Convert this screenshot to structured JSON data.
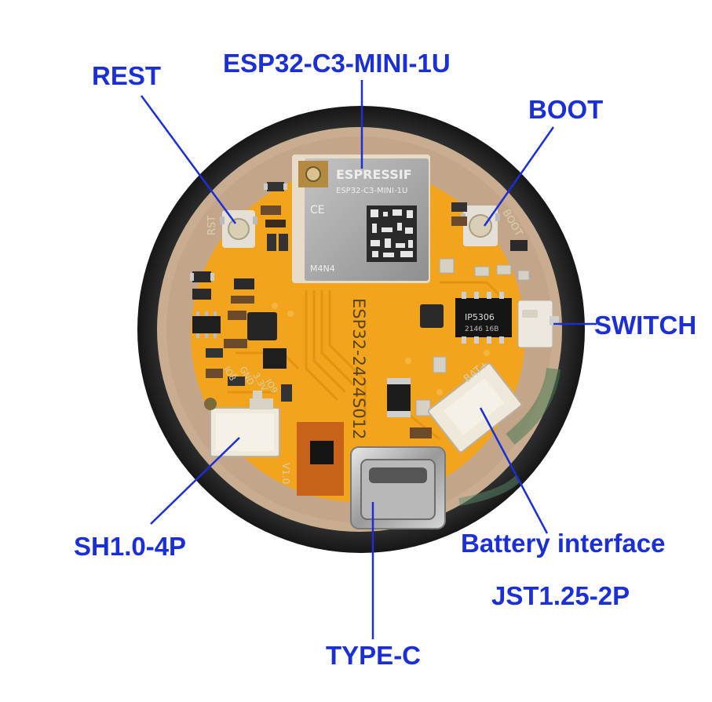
{
  "labels": {
    "rest": "REST",
    "module": "ESP32-C3-MINI-1U",
    "boot": "BOOT",
    "switch": "SWITCH",
    "sh": "SH1.0-4P",
    "battery": "Battery interface",
    "jst": "JST1.25-2P",
    "typec": "TYPE-C"
  },
  "board": {
    "model": "ESP32-2424S012",
    "version": "V1.0",
    "rst_silk": "RST",
    "boot_silk": "BOOT",
    "bat_silk": "BAT+",
    "io_silk": [
      "IO8",
      "GND",
      "3.3V",
      "IO9"
    ],
    "module_brand": "ESPRESSIF",
    "module_name": "ESP32-C3-MINI-1U",
    "module_ce": "CE",
    "module_code": "M4N4",
    "chip_label": "IP5306",
    "chip_code": "2146 16B"
  },
  "colors": {
    "label_text": "#1a2fd6",
    "pointer_line": "#1a2fd6",
    "pcb": "#f2a51c",
    "display_ring": "#c9ad91",
    "display_bezel": "#2b2b2b"
  }
}
